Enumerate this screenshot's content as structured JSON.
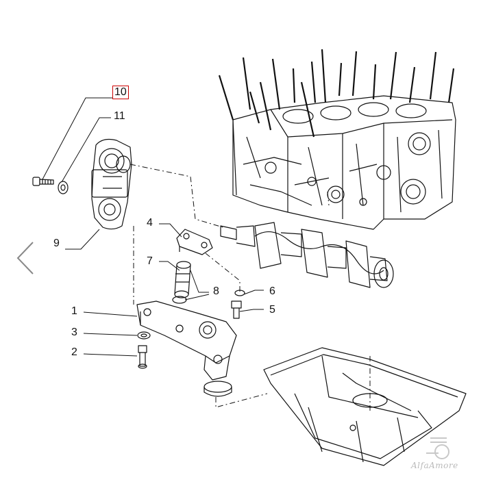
{
  "diagram": {
    "callouts": [
      {
        "id": "1",
        "text": "1"
      },
      {
        "id": "2",
        "text": "2"
      },
      {
        "id": "3",
        "text": "3"
      },
      {
        "id": "4",
        "text": "4"
      },
      {
        "id": "5",
        "text": "5"
      },
      {
        "id": "6",
        "text": "6"
      },
      {
        "id": "7",
        "text": "7"
      },
      {
        "id": "8",
        "text": "8"
      },
      {
        "id": "9",
        "text": "9"
      },
      {
        "id": "10",
        "text": "10",
        "highlighted": true
      },
      {
        "id": "11",
        "text": "11"
      }
    ],
    "highlight_color": "#cc0000",
    "line_color": "#111111"
  },
  "navigation": {
    "prev_icon": "chevron-left-icon"
  },
  "watermark": {
    "text": "AlfaAmore",
    "icon": "logo-icon"
  }
}
